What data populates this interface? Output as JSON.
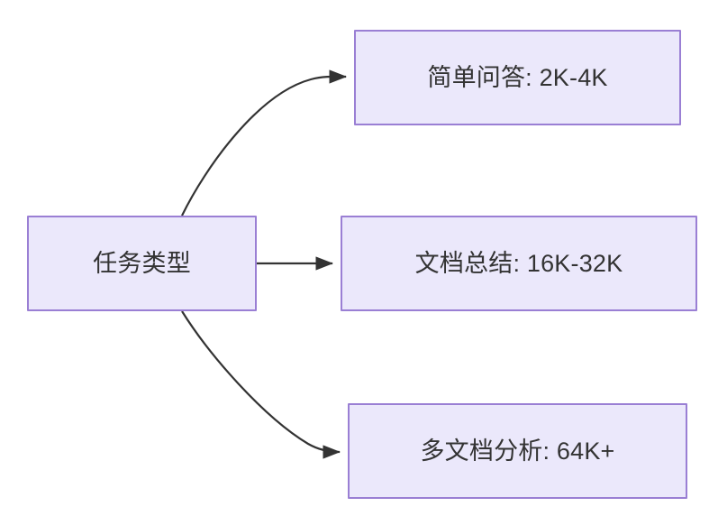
{
  "diagram": {
    "type": "flowchart",
    "direction": "left-to-right",
    "background_color": "#ffffff",
    "node_fill_color": "#ebe8fb",
    "node_border_color": "#9a7fd4",
    "node_text_color": "#333333",
    "edge_color": "#333333",
    "source": {
      "id": "task-type",
      "label": "任务类型"
    },
    "targets": [
      {
        "id": "simple-qa",
        "label": "简单问答: 2K-4K",
        "edge_style": "curved"
      },
      {
        "id": "doc-summary",
        "label": "文档总结: 16K-32K",
        "edge_style": "straight"
      },
      {
        "id": "multi-doc-analysis",
        "label": "多文档分析: 64K+",
        "edge_style": "curved"
      }
    ],
    "edges": [
      {
        "from": "task-type",
        "to": "simple-qa",
        "label": "",
        "arrow": "arrowhead-icon"
      },
      {
        "from": "task-type",
        "to": "doc-summary",
        "label": "",
        "arrow": "arrowhead-icon"
      },
      {
        "from": "task-type",
        "to": "multi-doc-analysis",
        "label": "",
        "arrow": "arrowhead-icon"
      }
    ]
  }
}
